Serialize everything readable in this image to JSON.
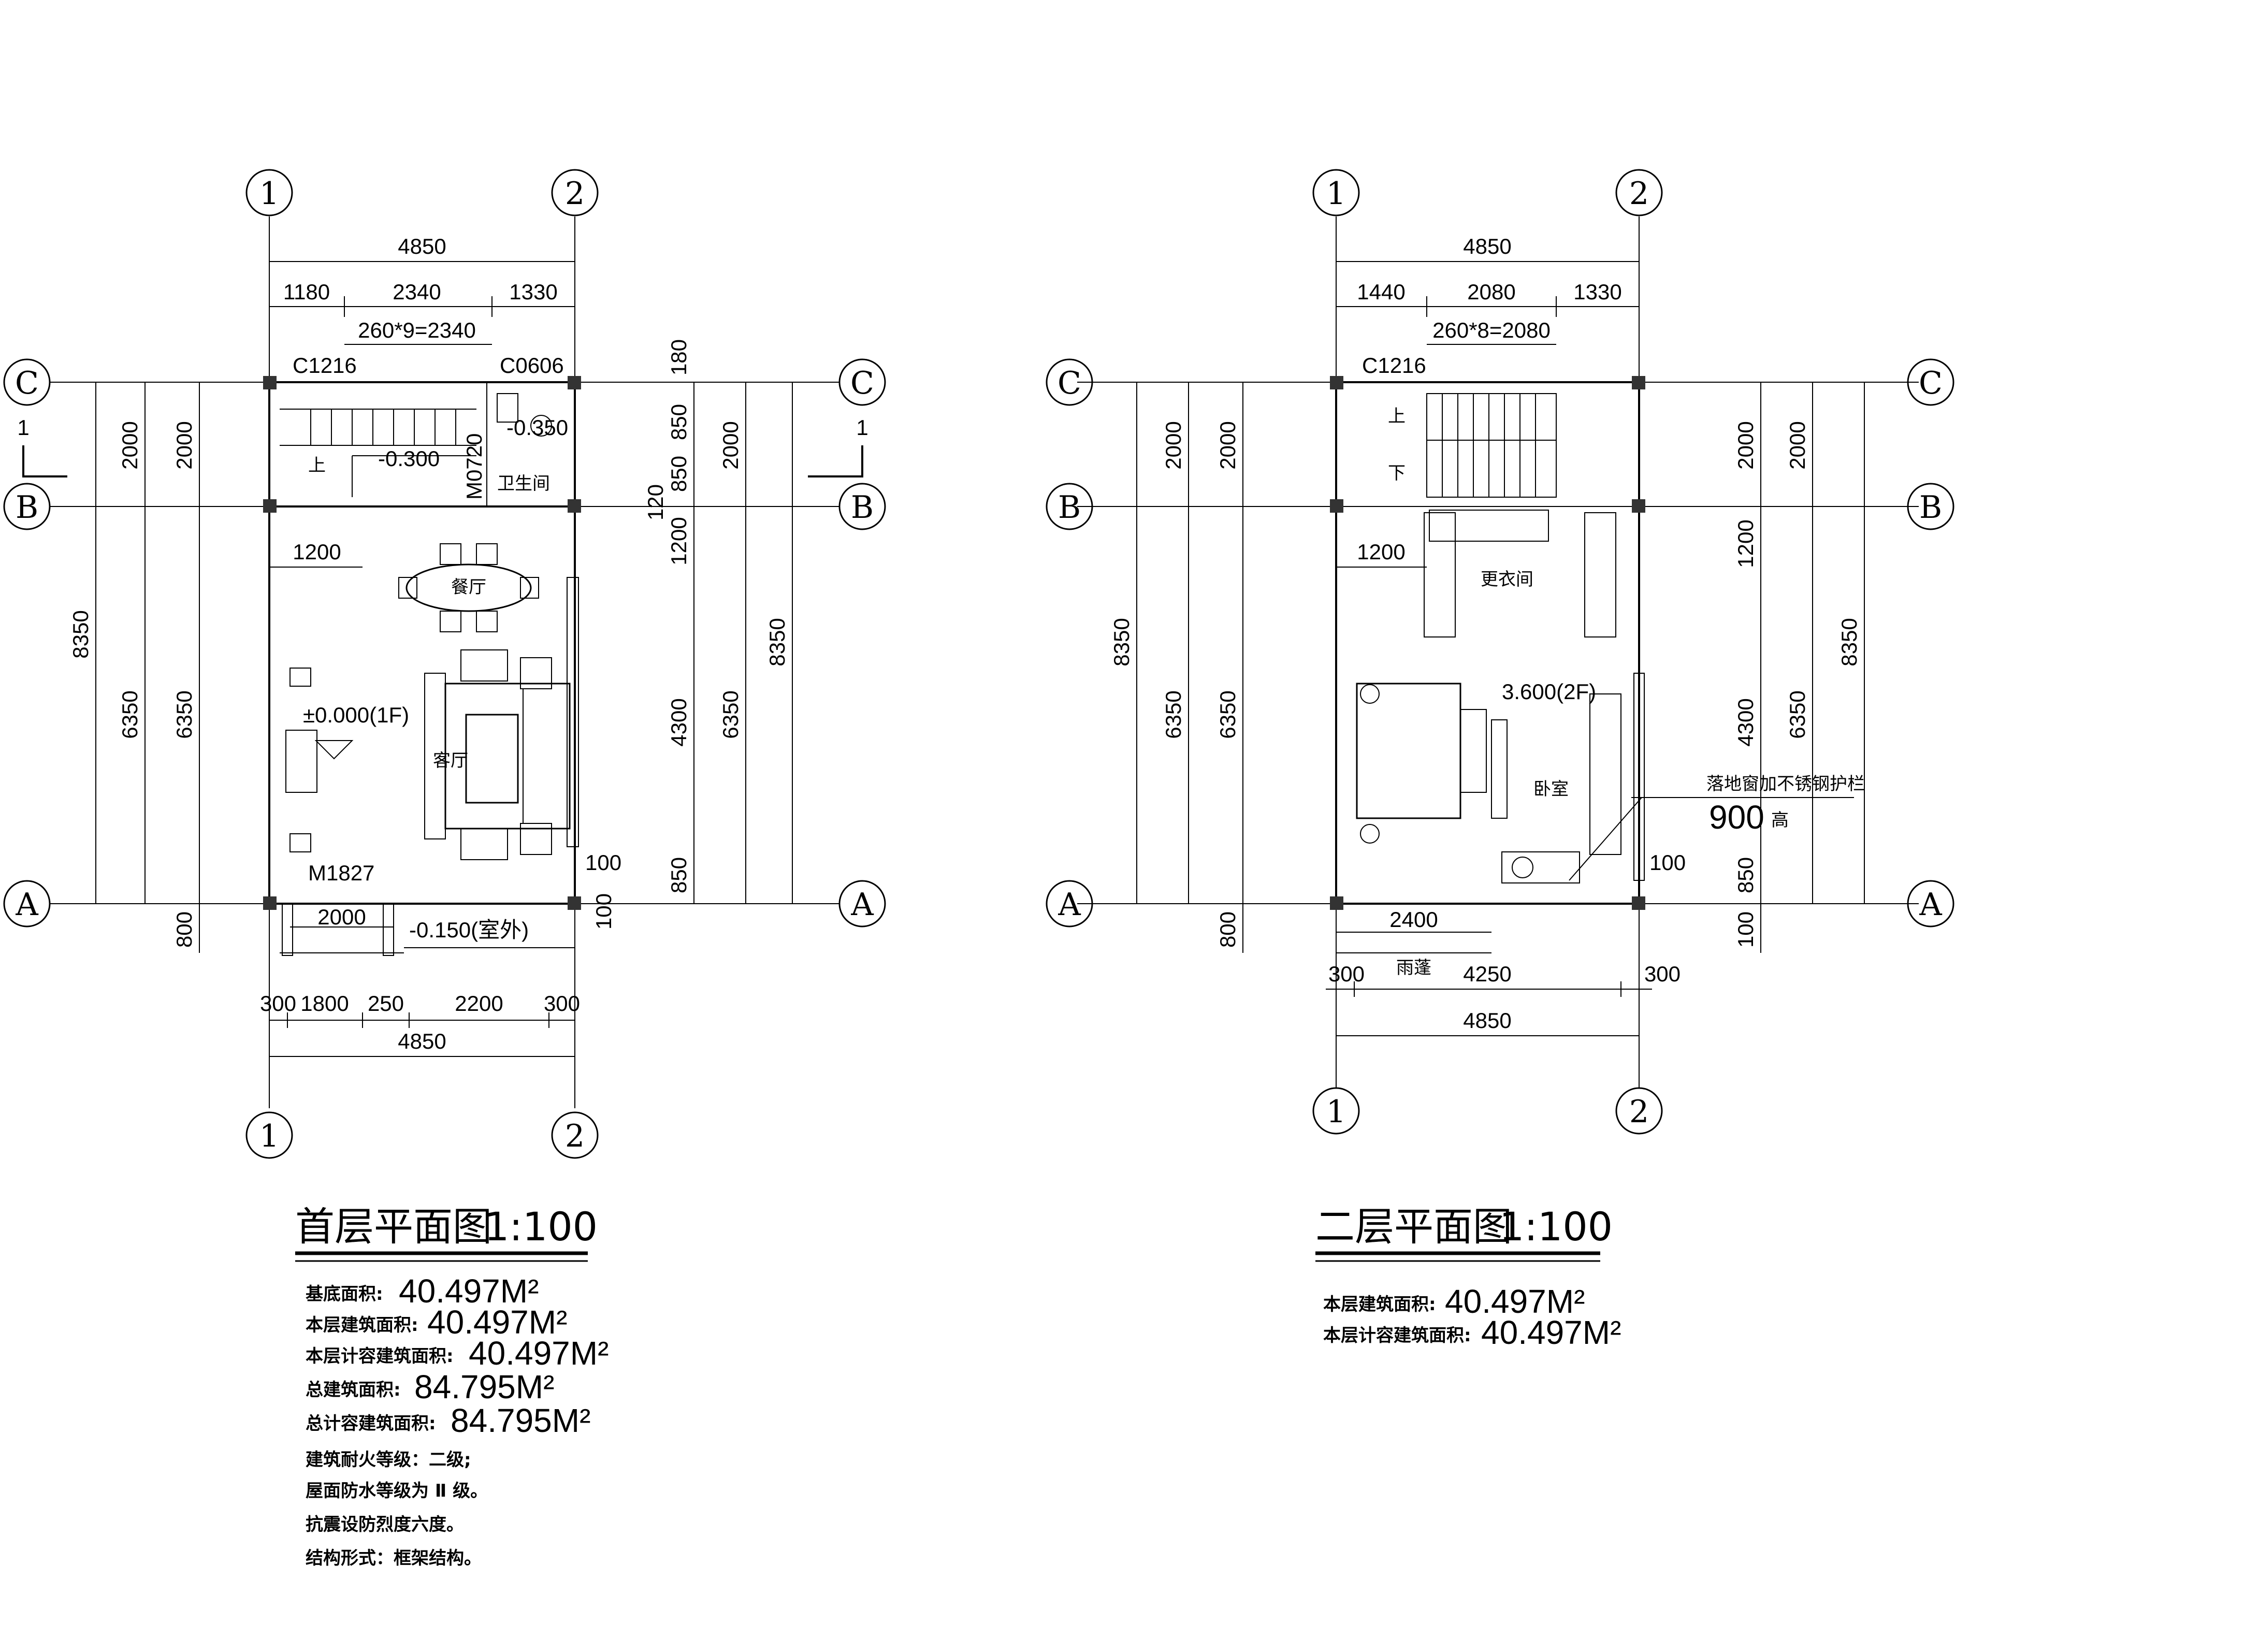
{
  "plan1": {
    "title": "首层平面图",
    "scale": "1:100",
    "axes": {
      "v1": "1",
      "v2": "2",
      "hA": "A",
      "hB": "B",
      "hC": "C"
    },
    "dims_top": {
      "total": "4850",
      "seg1": "1180",
      "seg2": "2340",
      "seg3": "1330",
      "stair": "260*9=2340"
    },
    "dims_bottom": {
      "seg1": "300",
      "seg2": "1800",
      "seg3": "250",
      "seg4": "2200",
      "seg5": "300",
      "total": "4850"
    },
    "dims_left": {
      "d8350": "8350",
      "d6350a": "6350",
      "d6350b": "6350",
      "d2000a": "2000",
      "d2000b": "2000",
      "d800": "800"
    },
    "dims_right": {
      "d180": "180",
      "d850a": "850",
      "d850b": "850",
      "d120": "120",
      "d1200": "1200",
      "d4300": "4300",
      "d850c": "850",
      "d2000": "2000",
      "d6350": "6350",
      "d8350": "8350",
      "d100a": "100",
      "d100b": "100"
    },
    "labels": {
      "window1": "C1216",
      "window2": "C0606",
      "door1": "M0720",
      "door_main": "M1827",
      "elev_wc": "-0.350",
      "elev_stair": "-0.300",
      "elev_floor": "±0.000(1F)",
      "elev_out": "-0.150(室外)",
      "up": "上",
      "wc": "卫生间",
      "dining": "餐厅",
      "living": "客厅",
      "w1200": "1200",
      "w2000": "2000",
      "section": "1"
    },
    "notes": {
      "n1_label": "基底面积:",
      "n1_val": "40.497M²",
      "n2_label": "本层建筑面积:",
      "n2_val": "40.497M²",
      "n3_label": "本层计容建筑面积:",
      "n3_val": "40.497M²",
      "n4_label": "总建筑面积:",
      "n4_val": "84.795M²",
      "n5_label": "总计容建筑面积:",
      "n5_val": "84.795M²",
      "n6": "建筑耐火等级：二级;",
      "n7": "屋面防水等级为 Ⅱ 级。",
      "n8": "抗震设防烈度六度。",
      "n9": "结构形式：框架结构。"
    }
  },
  "plan2": {
    "title": "二层平面图",
    "scale": "1:100",
    "axes": {
      "v1": "1",
      "v2": "2",
      "hA": "A",
      "hB": "B",
      "hC": "C"
    },
    "dims_top": {
      "total": "4850",
      "seg1": "1440",
      "seg2": "2080",
      "seg3": "1330",
      "stair": "260*8=2080"
    },
    "dims_bottom": {
      "w2400": "2400",
      "seg1": "300",
      "seg2": "4250",
      "seg3": "300",
      "total": "4850"
    },
    "dims_left": {
      "d8350": "8350",
      "d6350a": "6350",
      "d6350b": "6350",
      "d2000a": "2000",
      "d2000b": "2000",
      "d800": "800"
    },
    "dims_right": {
      "d2000a": "2000",
      "d2000b": "2000",
      "d1200": "1200",
      "d4300": "4300",
      "d6350": "6350",
      "d8350": "8350",
      "d850": "850",
      "d100a": "100",
      "d100b": "100"
    },
    "labels": {
      "window1": "C1216",
      "up": "上",
      "down": "下",
      "closet": "更衣间",
      "elev": "3.600(2F)",
      "bedroom": "卧室",
      "rail_note": "落地窗加不锈钢护栏",
      "rail_h": "900",
      "rail_h_unit": "高",
      "canopy": "雨蓬",
      "w1200": "1200"
    },
    "notes": {
      "n1_label": "本层建筑面积:",
      "n1_val": "40.497M²",
      "n2_label": "本层计容建筑面积:",
      "n2_val": "40.497M²"
    }
  }
}
